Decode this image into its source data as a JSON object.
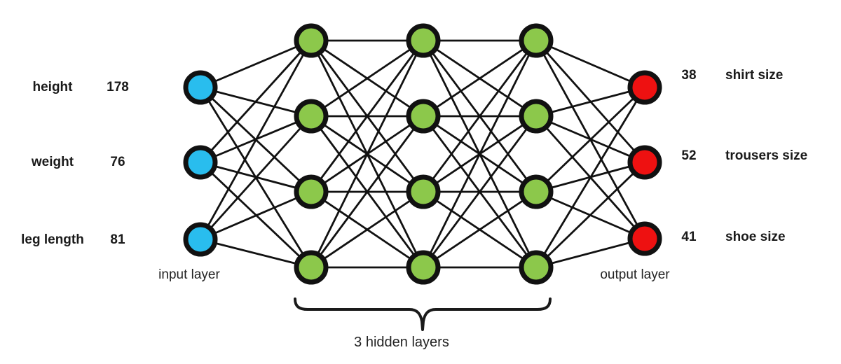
{
  "network": {
    "structure": {
      "input_count": 3,
      "hidden_layer_count": 3,
      "hidden_layer_size": 4,
      "output_count": 3
    },
    "inputs": [
      {
        "label": "height",
        "value": "178"
      },
      {
        "label": "weight",
        "value": "76"
      },
      {
        "label": "leg length",
        "value": "81"
      }
    ],
    "outputs": [
      {
        "value": "38",
        "label": "shirt size"
      },
      {
        "value": "52",
        "label": "trousers size"
      },
      {
        "value": "41",
        "label": "shoe size"
      }
    ],
    "annotations": {
      "input_layer": "input layer",
      "output_layer": "output layer",
      "hidden_layers": "3 hidden layers"
    },
    "colors": {
      "input_node": "#29BDEE",
      "hidden_node": "#8CC84B",
      "output_node": "#EE1111",
      "edge": "#111111",
      "node_border": "#111111"
    }
  }
}
